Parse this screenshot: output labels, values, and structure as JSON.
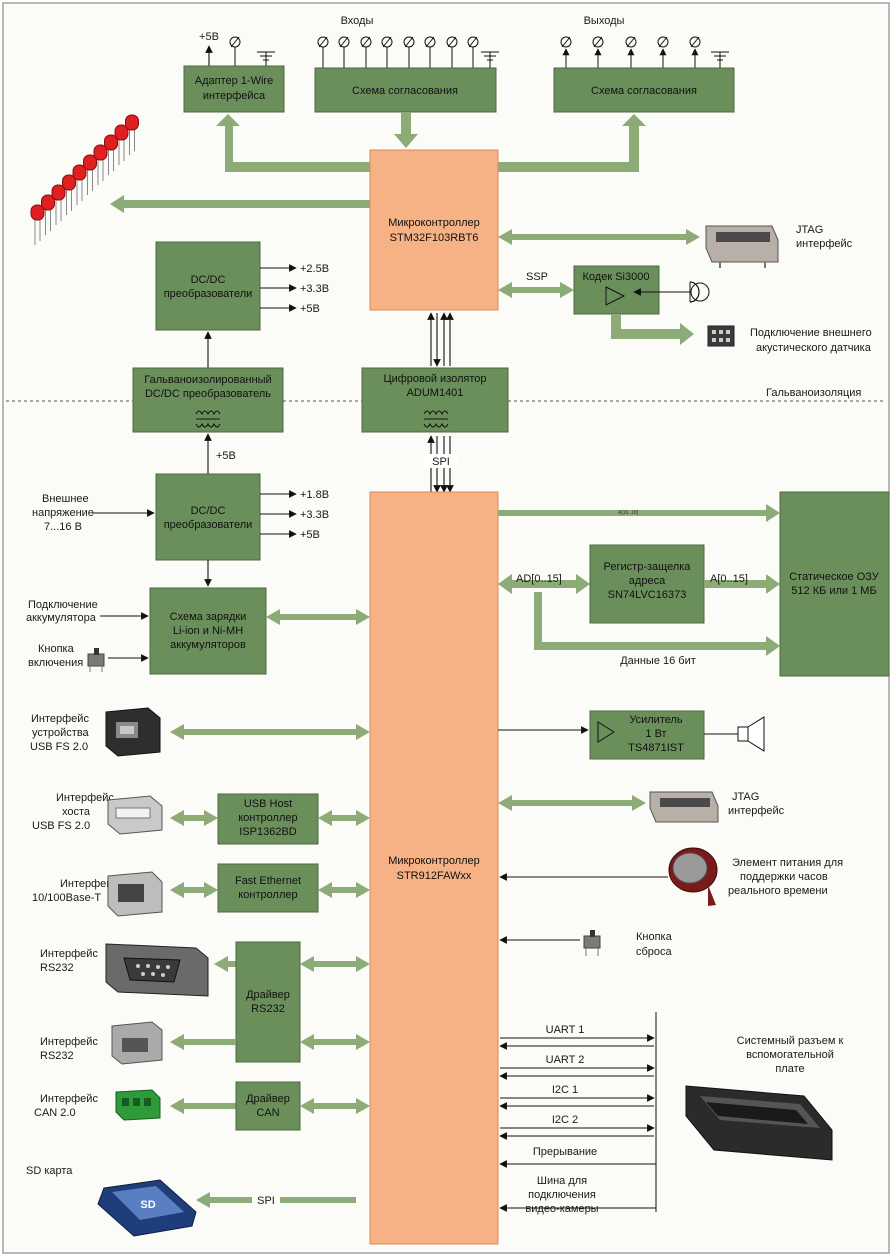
{
  "header": {
    "inputs": "Входы",
    "outputs": "Выходы"
  },
  "top": {
    "plus5v": "+5В",
    "adapter_1wire": [
      "Адаптер 1-Wire",
      "интерфейса"
    ],
    "match_in": "Схема согласования",
    "match_out": "Схема согласования"
  },
  "mcu1": {
    "line1": "Микроконтроллер",
    "line2": "STM32F103RBT6"
  },
  "mcu2": {
    "line1": "Микроконтроллер",
    "line2": "STR912FAWxx"
  },
  "jtag1": {
    "line1": "JTAG",
    "line2": "интерфейс"
  },
  "jtag2": {
    "line1": "JTAG",
    "line2": "интерфейс"
  },
  "codec": {
    "title": "Кодек Si3000",
    "ssp": "SSP"
  },
  "acoustic": {
    "line1": "Подключение внешнего",
    "line2": "акустического датчика"
  },
  "dcdc_top": {
    "line1": "DC/DC",
    "line2": "преобразователи",
    "outputs": [
      "+2.5В",
      "+3.3В",
      "+5В"
    ]
  },
  "galv_dcdc": {
    "line1": "Гальваноизолированный",
    "line2": "DC/DC преобразователь"
  },
  "isolator": {
    "line1": "Цифровой изолятор",
    "line2": "ADUM1401"
  },
  "galv_label": "Гальваноизоляция",
  "spi_iso": "SPI",
  "plus5v_mid": "+5В",
  "dcdc_bot": {
    "line1": "DC/DC",
    "line2": "преобразователи",
    "outputs": [
      "+1.8В",
      "+3.3В",
      "+5В"
    ]
  },
  "ext_power": {
    "line1": "Внешнее",
    "line2": "напряжение",
    "line3": "7...16 В"
  },
  "charger": {
    "line1": "Схема зарядки",
    "line2": "Li-ion и Ni-MH",
    "line3": "аккумуляторов"
  },
  "battery_conn": {
    "line1": "Подключение",
    "line2": "аккумулятора"
  },
  "power_btn": {
    "line1": "Кнопка",
    "line2": "включения"
  },
  "sram": {
    "line1": "Статическое ОЗУ",
    "line2": "512 КБ или 1 МБ",
    "addr_bus": "A[16..18]"
  },
  "latch": {
    "line1": "Регистр-защелка",
    "line2": "адреса",
    "line3": "SN74LVC16373"
  },
  "bus_labels": {
    "ad": "AD[0..15]",
    "a": "A[0..15]",
    "data": "Данные 16 бит"
  },
  "amp": {
    "line1": "Усилитель",
    "line2": "1   Вт",
    "line3": "TS4871IST"
  },
  "usb_dev": {
    "line1": "Интерфейс",
    "line2": "устройства",
    "line3": "USB FS 2.0"
  },
  "usb_host": {
    "line1": "Интерфейс",
    "line2": "хоста",
    "line3": "USB FS 2.0"
  },
  "usb_host_ctrl": {
    "line1": "USB Host",
    "line2": "контроллер",
    "line3": "ISP1362BD"
  },
  "eth": {
    "line1": "Интерфейс",
    "line2": "10/100Base-T"
  },
  "eth_ctrl": {
    "line1": "Fast Ethernet",
    "line2": "контроллер"
  },
  "rtc_cell": {
    "line1": "Элемент питания для",
    "line2": "поддержки часов",
    "line3": "реального времени"
  },
  "reset_btn": {
    "line1": "Кнопка",
    "line2": "сброса"
  },
  "rs232_a": {
    "line1": "Интерфейс",
    "line2": "RS232"
  },
  "rs232_b": {
    "line1": "Интерфейс",
    "line2": "RS232"
  },
  "rs232_drv": {
    "line1": "Драйвер",
    "line2": "RS232"
  },
  "can": {
    "line1": "Интерфейс",
    "line2": "CAN 2.0"
  },
  "can_drv": {
    "line1": "Драйвер",
    "line2": "CAN"
  },
  "sd": {
    "label": "SD карта",
    "spi": "SPI",
    "card_logo": "SD"
  },
  "sys_conn": {
    "line1": "Системный разъем к",
    "line2": "вспомогательной",
    "line3": "плате"
  },
  "signals": [
    "UART 1",
    "UART 2",
    "I2C 1",
    "I2C 2",
    "Прерывание"
  ],
  "camera": {
    "line1": "Шина для",
    "line2": "подключения",
    "line3": "видео-камеры"
  },
  "colors": {
    "block": "#6b8f5b",
    "mcu": "#f6b184",
    "bus": "#8cab77"
  }
}
